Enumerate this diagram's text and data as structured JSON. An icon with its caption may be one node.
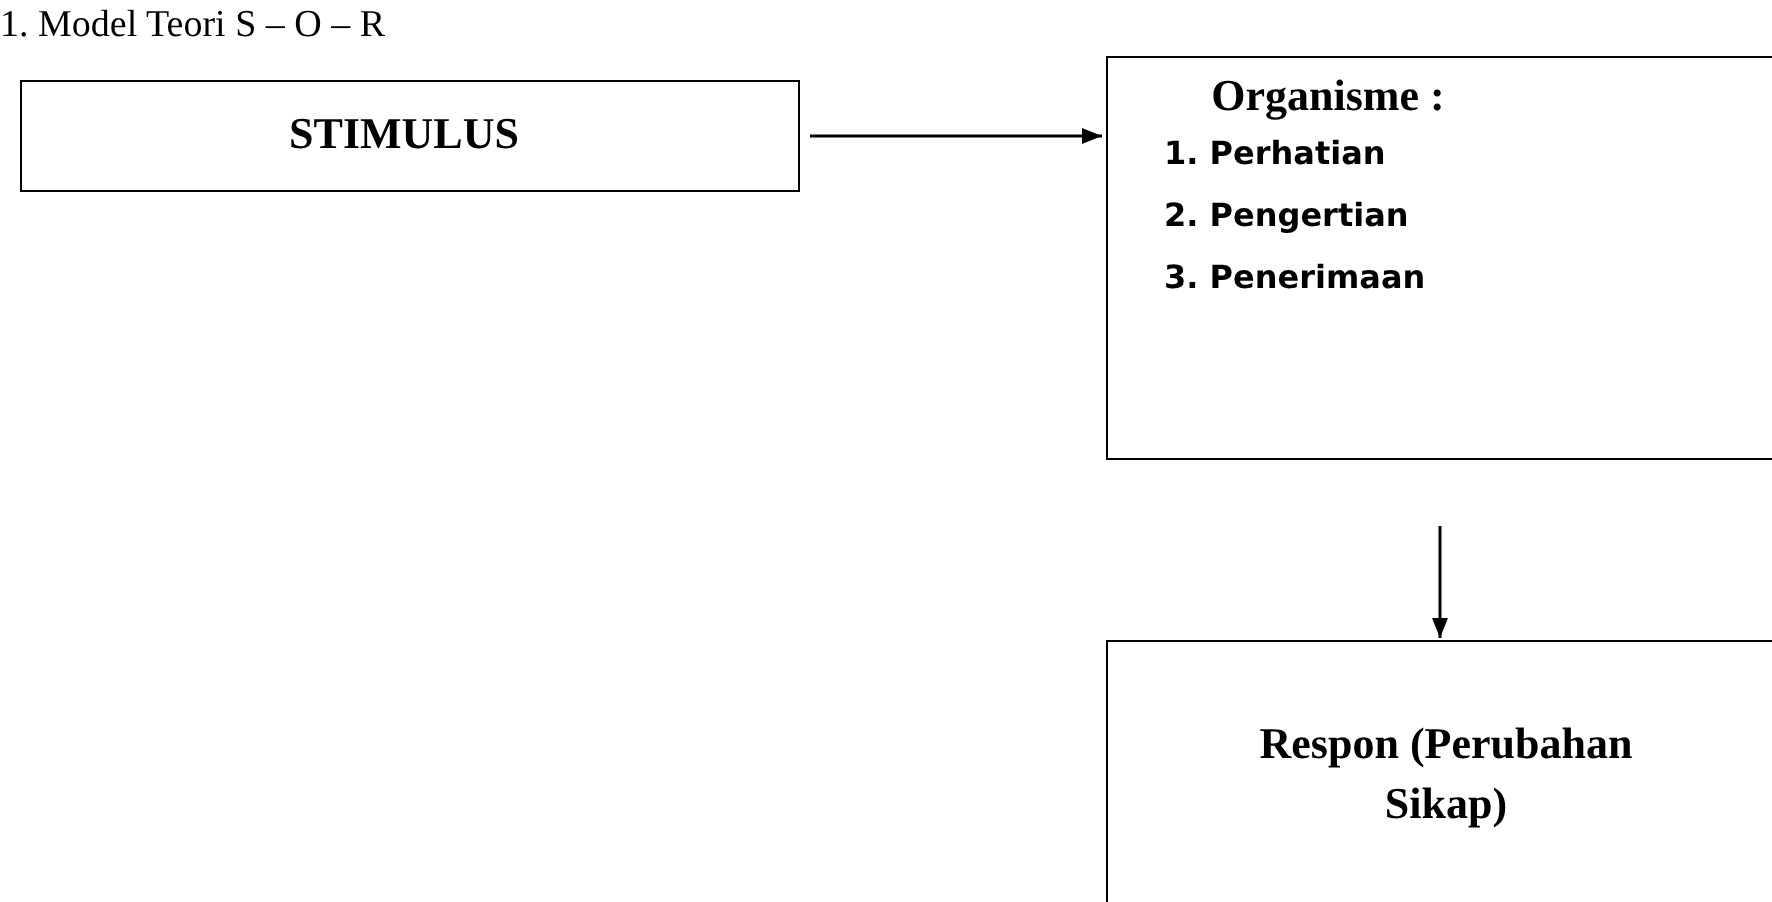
{
  "diagram": {
    "nodes": [
      {
        "text": [
          "STIMULUS"
        ]
      },
      {
        "text": [
          "Organisme :",
          "1. Perhatian",
          "2. Pengertian",
          "3. Penerimaan"
        ]
      },
      {
        "text": [
          "Respon (Perubahan Sikap)"
        ]
      }
    ],
    "edges": [
      {
        "from": 0,
        "to": 1,
        "arrow": "to"
      },
      {
        "from": 1,
        "to": 2,
        "arrow": "to"
      }
    ],
    "labels": [
      "1. Model Teori S – O – R"
    ]
  }
}
